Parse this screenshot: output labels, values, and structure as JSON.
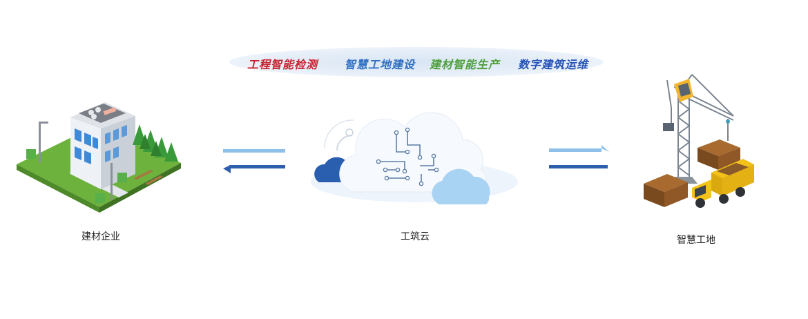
{
  "tags": [
    {
      "text": "工程智能检测",
      "color": "#c8232f"
    },
    {
      "text": "智慧工地建设",
      "color": "#2f6fc2"
    },
    {
      "text": "建材智能生产",
      "color": "#4e9f3c"
    },
    {
      "text": "数字建筑运维",
      "color": "#2552b8"
    }
  ],
  "nodes": {
    "left": {
      "label": "建材企业",
      "icon": "building-icon"
    },
    "center": {
      "label": "工筑云",
      "icon": "cloud-icon"
    },
    "right": {
      "label": "智慧工地",
      "icon": "crane-site-icon"
    }
  },
  "colors": {
    "arrow_light": "#8fc0ea",
    "arrow_dark": "#2d5fae",
    "cloud_dark": "#2a5fb0",
    "cloud_light": "#a9d3f3"
  }
}
